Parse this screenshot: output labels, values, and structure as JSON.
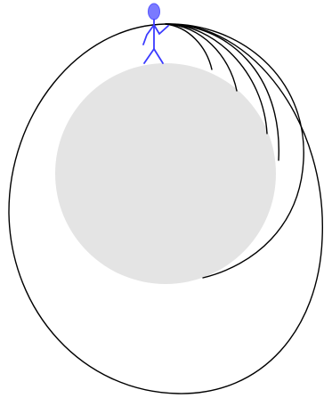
{
  "colors": {
    "background": "#ffffff",
    "planet_fill": "#e4e4e4",
    "orbit_stroke": "#000000",
    "figure_color": "#3b3bff"
  },
  "elements": {
    "planet": "gray-planet",
    "figure": "stick-figure",
    "trajectories": [
      "trajectory-1",
      "trajectory-2",
      "trajectory-3",
      "trajectory-4",
      "trajectory-5",
      "orbit-outer"
    ]
  }
}
